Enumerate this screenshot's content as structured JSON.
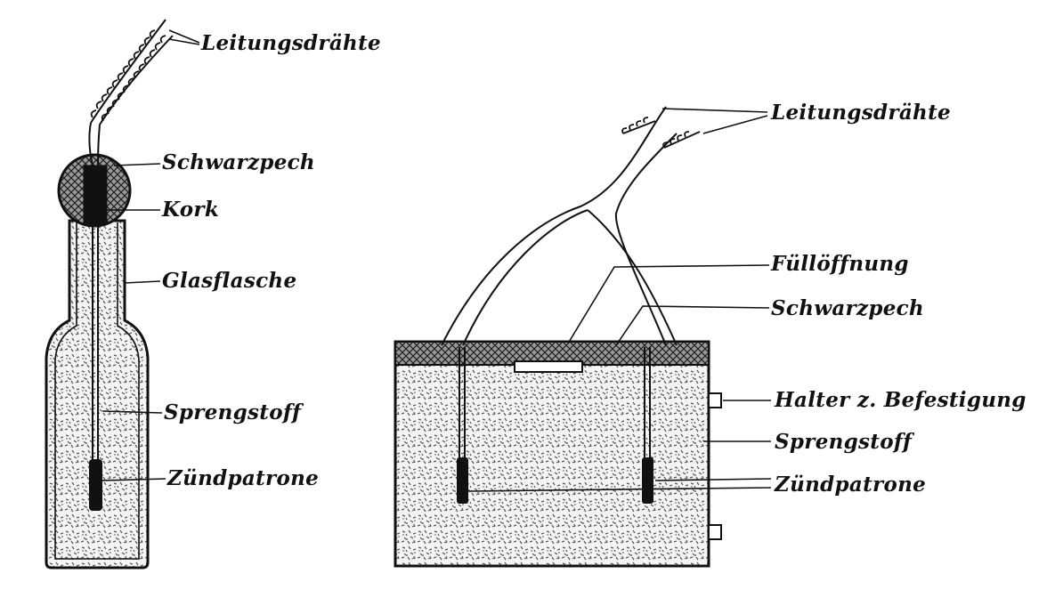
{
  "left_figure": {
    "labels": {
      "wires": "Leitungsdrähte",
      "pitch": "Schwarzpech",
      "cork": "Kork",
      "bottle": "Glasflasche",
      "explosive": "Sprengstoff",
      "detonator": "Zündpatrone"
    }
  },
  "right_figure": {
    "labels": {
      "wires": "Leitungsdrähte",
      "filler": "Füllöffnung",
      "pitch": "Schwarzpech",
      "holder": "Halter z. Befestigung",
      "explosive": "Sprengstoff",
      "detonator": "Zündpatrone"
    }
  },
  "colors": {
    "ink": "#111111",
    "paper": "#ffffff",
    "fill_speckle": "#cfcfcf"
  }
}
